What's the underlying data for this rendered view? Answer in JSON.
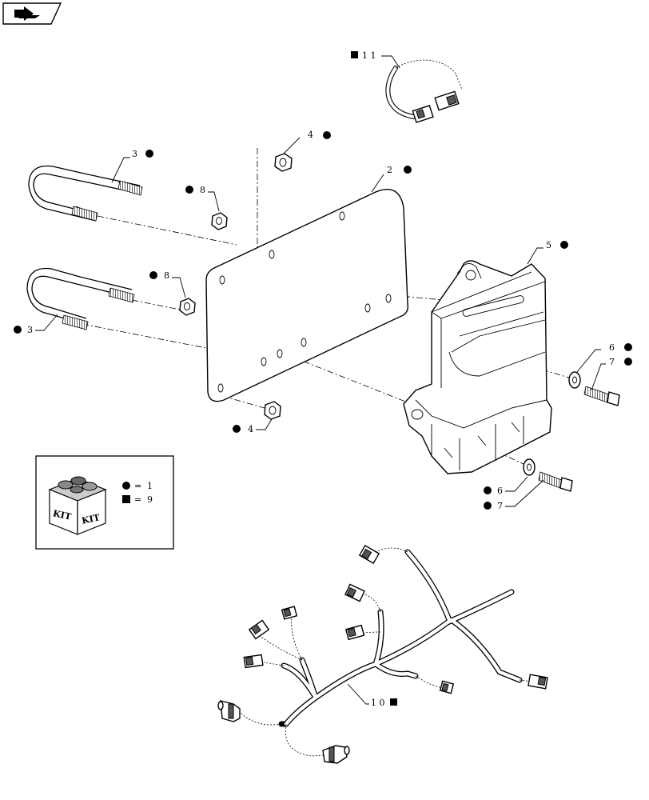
{
  "callouts": [
    {
      "id": "c11",
      "number": "1 1",
      "symbol": "square"
    },
    {
      "id": "c4a",
      "number": "4",
      "symbol": "circle"
    },
    {
      "id": "c3a",
      "number": "3",
      "symbol": "circle"
    },
    {
      "id": "c2",
      "number": "2",
      "symbol": "circle"
    },
    {
      "id": "c8a",
      "number": "8",
      "symbol": "circle"
    },
    {
      "id": "c8b",
      "number": "8",
      "symbol": "circle"
    },
    {
      "id": "c3b",
      "number": "3",
      "symbol": "circle"
    },
    {
      "id": "c5",
      "number": "5",
      "symbol": "circle"
    },
    {
      "id": "c6a",
      "number": "6",
      "symbol": "circle"
    },
    {
      "id": "c7a",
      "number": "7",
      "symbol": "circle"
    },
    {
      "id": "c4b",
      "number": "4",
      "symbol": "circle"
    },
    {
      "id": "c6b",
      "number": "6",
      "symbol": "circle"
    },
    {
      "id": "c7b",
      "number": "7",
      "symbol": "circle"
    },
    {
      "id": "c10",
      "number": "1 0",
      "symbol": "square"
    }
  ],
  "kit_legend": {
    "box_text_left": "KIT",
    "box_text_right": "KIT",
    "rows": [
      {
        "symbol": "circle",
        "equals": "=",
        "value": "1"
      },
      {
        "symbol": "square",
        "equals": "=",
        "value": "9"
      }
    ]
  },
  "nav_icon": "arrow-right-icon"
}
